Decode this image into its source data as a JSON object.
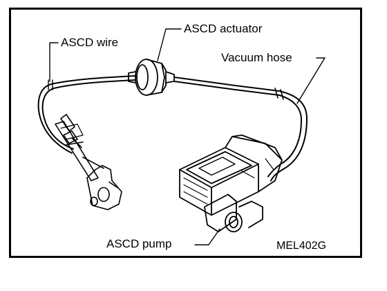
{
  "labels": {
    "wire": "ASCD wire",
    "actuator": "ASCD actuator",
    "hose": "Vacuum hose",
    "pump": "ASCD pump"
  },
  "figure_code": "MEL402G"
}
